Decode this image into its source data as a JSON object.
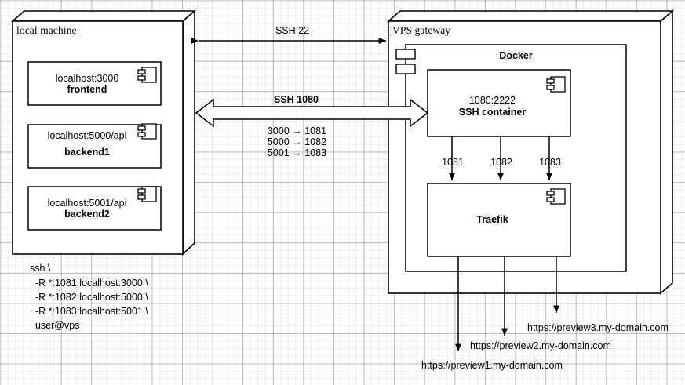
{
  "diagram": {
    "type": "deployment-diagram",
    "background": "#ffffff",
    "grid_color": "#919191",
    "stroke_color": "#000000",
    "nodes": {
      "local_machine": {
        "title": "local machine",
        "components": [
          {
            "port": "localhost:3000",
            "name": "frontend",
            "icon": "uml-component-icon"
          },
          {
            "port": "localhost:5000/api",
            "name": "backend1",
            "icon": "uml-component-icon"
          },
          {
            "port": "localhost:5001/api",
            "name": "backend2",
            "icon": "uml-component-icon"
          }
        ]
      },
      "vps_gateway": {
        "title": "VPS gateway",
        "docker": {
          "title": "Docker",
          "ssh_container": {
            "port": "1080:2222",
            "name": "SSH container",
            "icon": "uml-component-icon"
          },
          "traefik": {
            "name": "Traefik",
            "icon": "uml-component-icon"
          },
          "internal_ports": [
            "1081",
            "1082",
            "1083"
          ]
        }
      }
    },
    "connections": {
      "ssh22": {
        "label": "SSH 22",
        "style": "double-arrow"
      },
      "ssh1080": {
        "label": "SSH 1080",
        "style": "double-block-arrow"
      },
      "port_forwards": [
        "3000 → 1081",
        "5000 → 1082",
        "5001 → 1083"
      ]
    },
    "command": {
      "lines": [
        "ssh \\",
        "  -R *:1081:localhost:3000 \\",
        "  -R *:1082:localhost:5000 \\",
        "  -R *:1083:localhost:5001 \\",
        "  user@vps"
      ]
    },
    "outputs": [
      {
        "url": "https://preview1.my-domain.com"
      },
      {
        "url": "https://preview2.my-domain.com"
      },
      {
        "url": "https://preview3.my-domain.com"
      }
    ]
  }
}
